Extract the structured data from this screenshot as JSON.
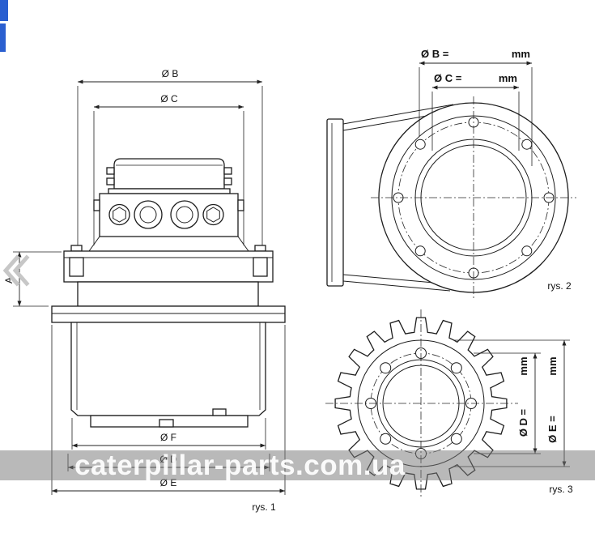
{
  "page": {
    "watermark": "caterpillar-parts.com.ua"
  },
  "fig1": {
    "caption": "rys. 1",
    "dim_b": "Ø B",
    "dim_c": "Ø C",
    "dim_a": "A",
    "dim_f": "Ø F",
    "dim_d": "Ø D",
    "dim_e": "Ø E"
  },
  "fig2": {
    "caption": "rys. 2",
    "dim_b_label": "Ø B =",
    "dim_b_unit": "mm",
    "dim_c_label": "Ø C =",
    "dim_c_unit": "mm"
  },
  "fig3": {
    "caption": "rys. 3",
    "dim_d_label": "Ø D =",
    "dim_d_unit": "mm",
    "dim_e_label": "Ø E =",
    "dim_e_unit": "mm"
  },
  "colors": {
    "line": "#1c1c1c",
    "accent_blue": "#2a5fd0",
    "chevron_gray": "#c7c7c7",
    "watermark_bg": "#787878",
    "watermark_text": "#ffffff"
  }
}
